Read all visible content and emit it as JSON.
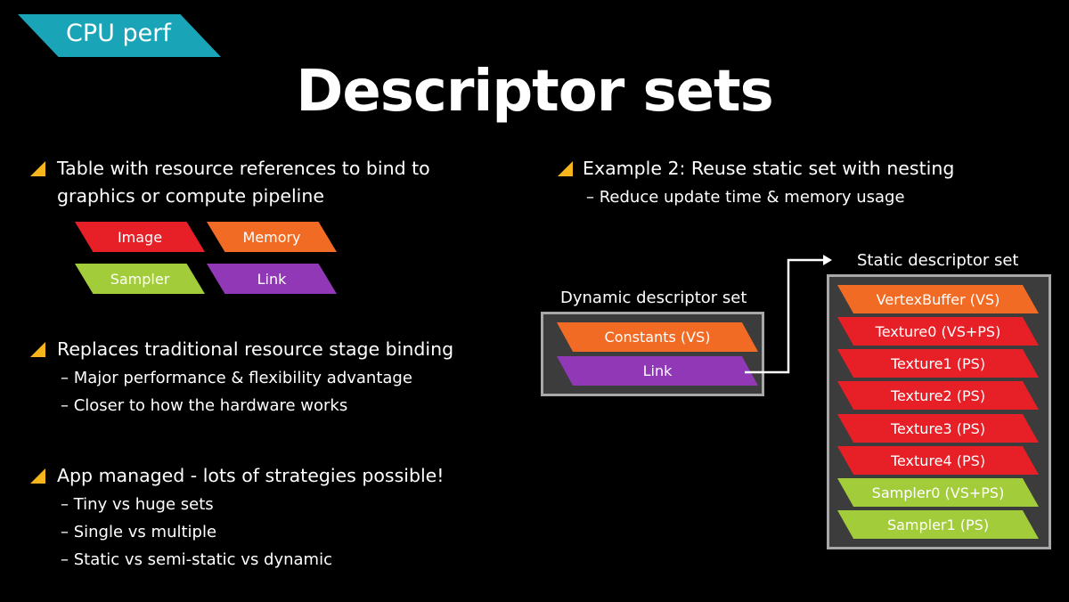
{
  "tag": {
    "label": "CPU perf",
    "color": "#19a5b7"
  },
  "title": "Descriptor sets",
  "left": {
    "bullet1": {
      "line1": "Table with resource references to bind to",
      "line2": "graphics or compute pipeline"
    },
    "chips": [
      "Image",
      "Memory",
      "Sampler",
      "Link"
    ],
    "bullet2": {
      "text": "Replaces traditional resource stage binding",
      "subs": [
        "– Major performance & flexibility advantage",
        "– Closer to how the hardware works"
      ]
    },
    "bullet3": {
      "text": "App managed - lots of strategies possible!",
      "subs": [
        "– Tiny vs huge sets",
        "– Single vs multiple",
        "– Static vs semi-static vs dynamic"
      ]
    }
  },
  "right": {
    "bullet": "Example 2: Reuse static set with nesting",
    "sub": "– Reduce update time & memory usage",
    "dynamic": {
      "title": "Dynamic descriptor set",
      "items": [
        "Constants (VS)",
        "Link"
      ]
    },
    "static": {
      "title": "Static descriptor set",
      "items": [
        "VertexBuffer  (VS)",
        "Texture0 (VS+PS)",
        "Texture1 (PS)",
        "Texture2 (PS)",
        "Texture3 (PS)",
        "Texture4 (PS)",
        "Sampler0 (VS+PS)",
        "Sampler1 (PS)"
      ]
    }
  },
  "colors": {
    "red": "#e71f26",
    "orange": "#f26b24",
    "green": "#a2cc3a",
    "purple": "#9038b6",
    "bullet": "#f7b51c"
  }
}
